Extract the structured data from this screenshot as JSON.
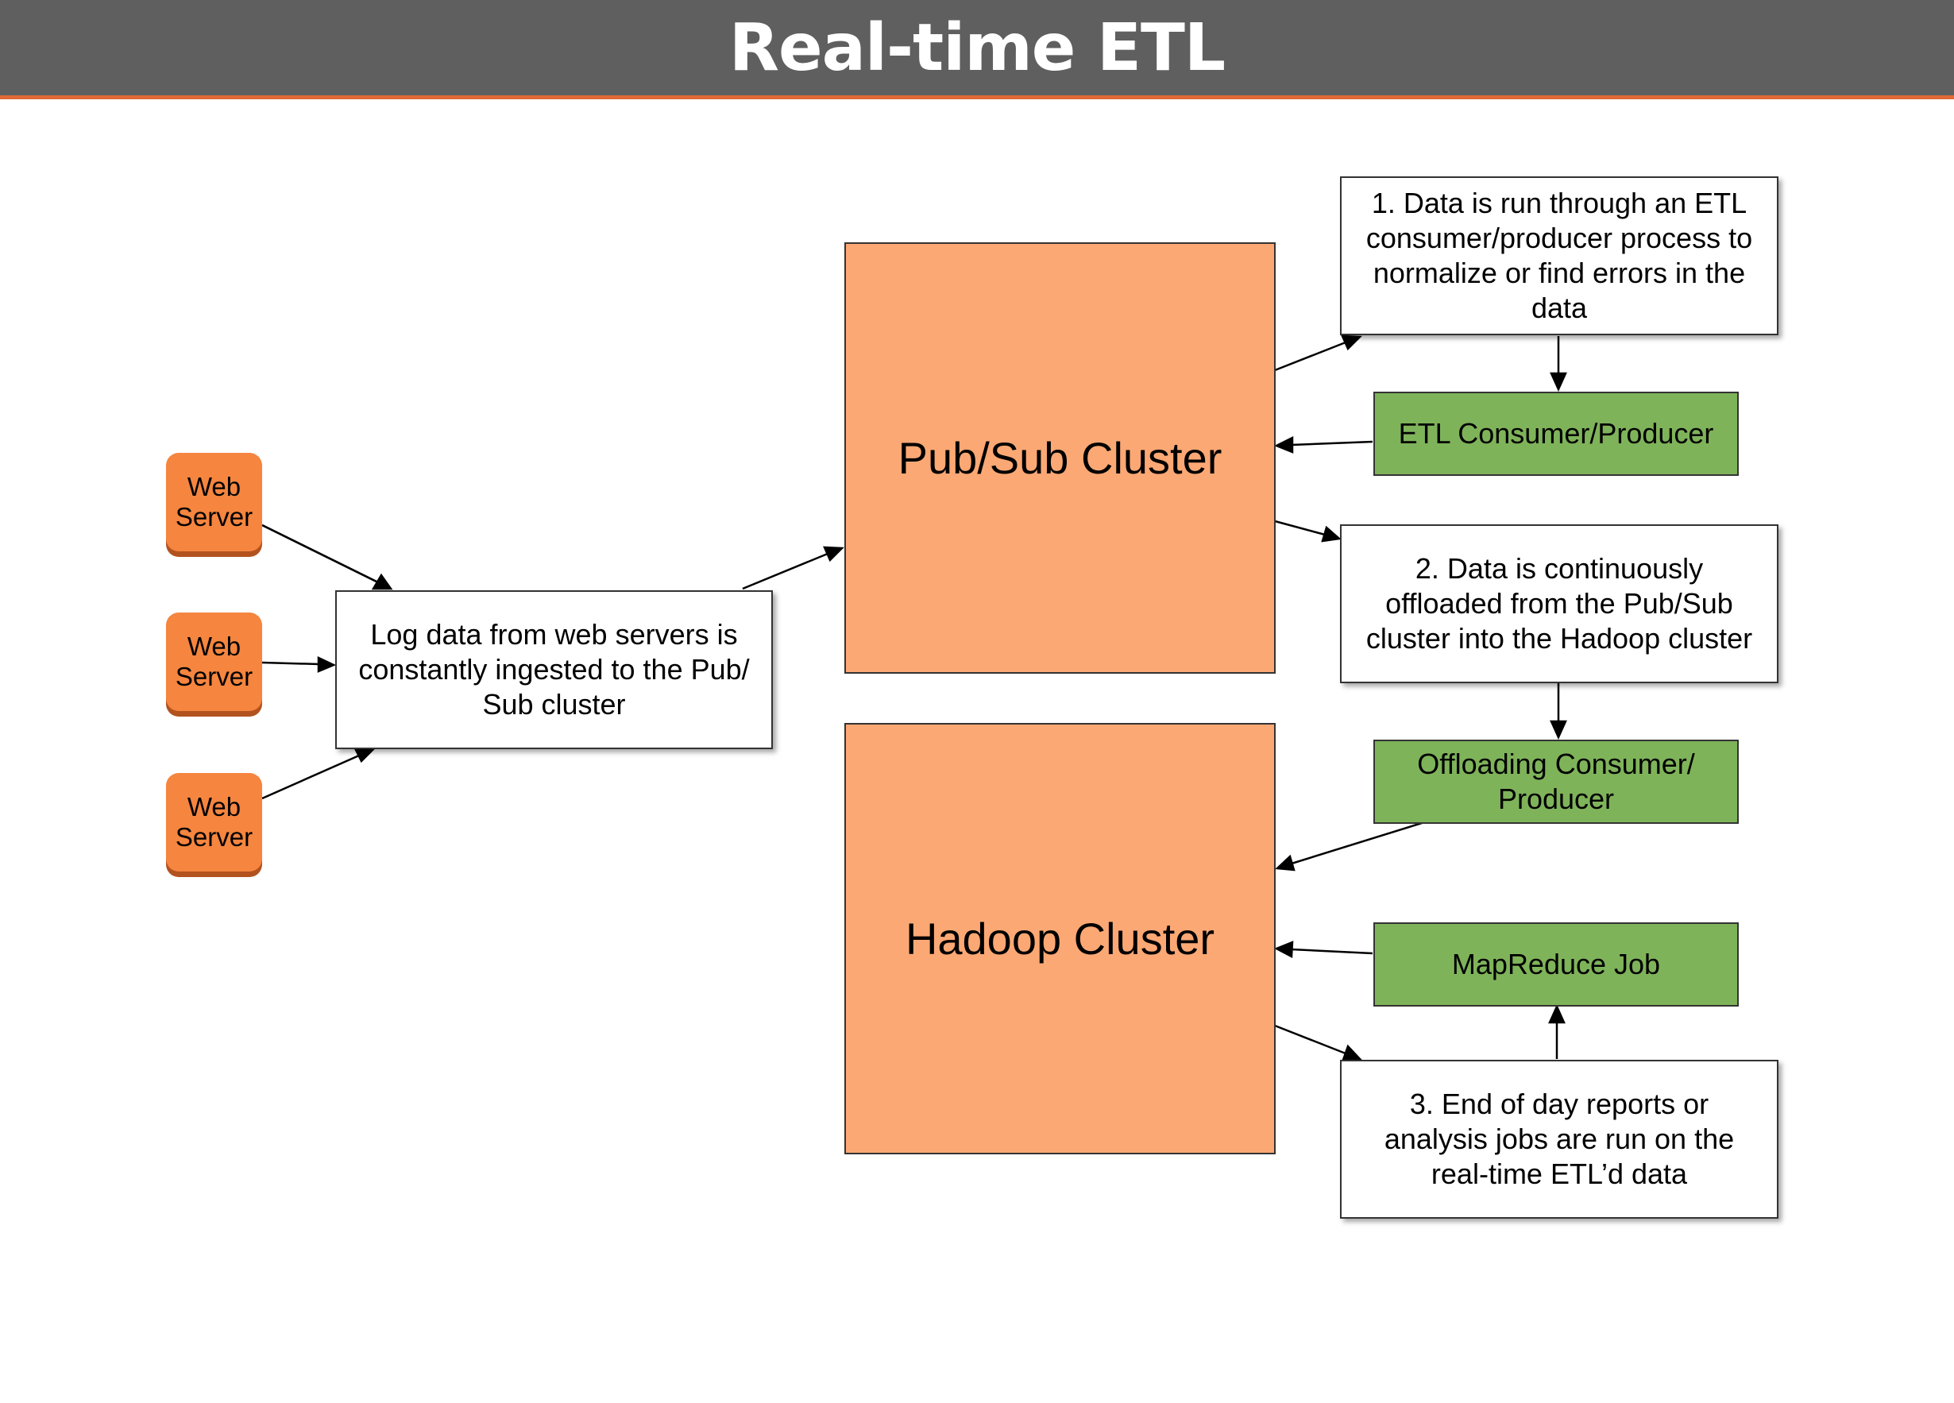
{
  "title": "Real-time ETL",
  "colors": {
    "header_bg": "#5f5f5f",
    "header_accent": "#e06a36",
    "cluster": "#fca874",
    "component": "#7fb35a",
    "server": "#f5853f"
  },
  "web_servers": [
    {
      "label": "Web\nServer"
    },
    {
      "label": "Web\nServer"
    },
    {
      "label": "Web\nServer"
    }
  ],
  "ingest_note": "Log data from web servers is constantly ingested to the Pub/ Sub cluster",
  "pubsub_cluster": "Pub/Sub Cluster",
  "hadoop_cluster": "Hadoop Cluster",
  "steps": [
    {
      "text": "1. Data is run through an ETL consumer/producer process to normalize or find errors in the data"
    },
    {
      "text": "2. Data is continuously offloaded from the Pub/Sub cluster into the Hadoop cluster"
    },
    {
      "text": "3. End of day reports or analysis jobs are run on the real-time ETL’d data"
    }
  ],
  "components": {
    "etl": "ETL Consumer/Producer",
    "offloading": "Offloading Consumer/ Producer",
    "mapreduce": "MapReduce Job"
  }
}
